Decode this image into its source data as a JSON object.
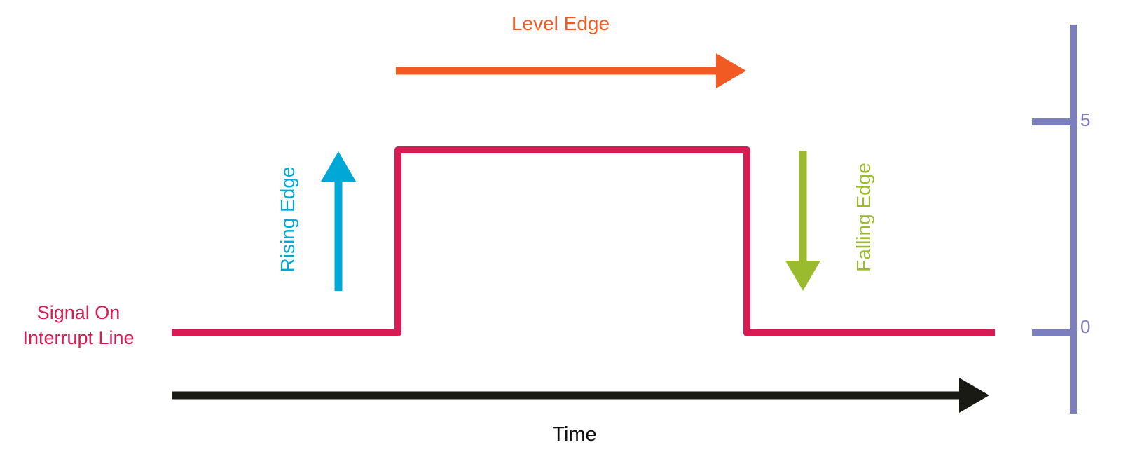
{
  "labels": {
    "signal_line1": "Signal On",
    "signal_line2": "Interrupt Line",
    "level_edge": "Level Edge",
    "rising_edge": "Rising Edge",
    "falling_edge": "Falling Edge",
    "time": "Time"
  },
  "scale": {
    "ticks": [
      "5",
      "0"
    ]
  },
  "colors": {
    "signal": "#d81b53",
    "level_edge": "#f15a22",
    "rising_edge": "#00a8d8",
    "falling_edge": "#9bbb2e",
    "time_axis": "#1a1a14",
    "scale": "#7b7fc0"
  }
}
